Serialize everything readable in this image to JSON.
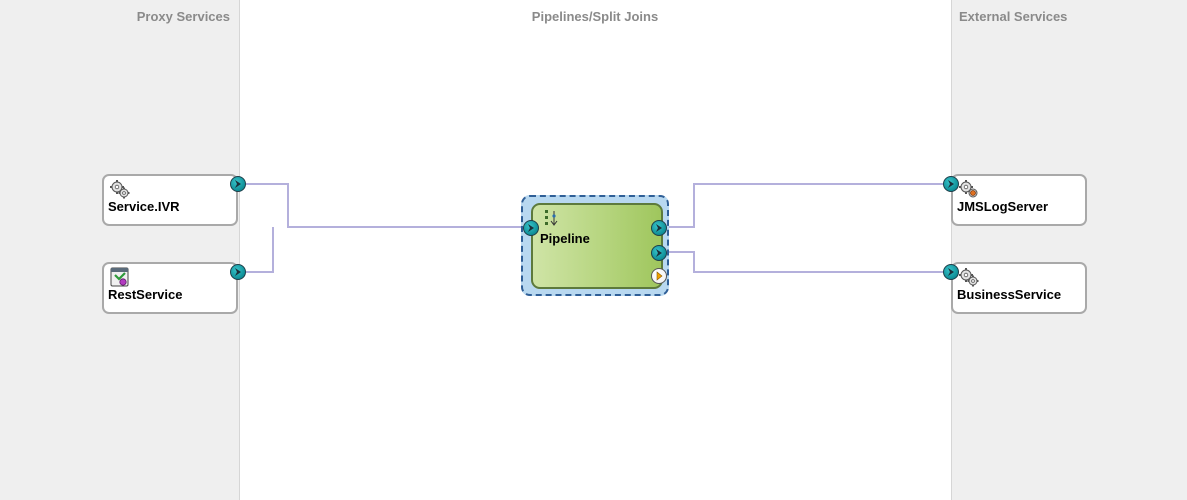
{
  "lanes": {
    "proxy_title": "Proxy Services",
    "pipelines_title": "Pipelines/Split Joins",
    "external_title": "External Services"
  },
  "proxy_services": [
    {
      "label": "Service.IVR",
      "icon": "gears-icon"
    },
    {
      "label": "RestService",
      "icon": "rest-service-icon"
    }
  ],
  "pipeline": {
    "label": "Pipeline",
    "icon": "pipeline-flow-icon"
  },
  "external_services": [
    {
      "label": "JMSLogServer",
      "icon": "jms-service-icon"
    },
    {
      "label": "BusinessService",
      "icon": "gears-icon"
    }
  ],
  "colors": {
    "wire": "#b4b0dc",
    "endpoint": "#0e8e97",
    "pipeline_fill": "#b6d57f",
    "selection": "#b8d8f0"
  }
}
